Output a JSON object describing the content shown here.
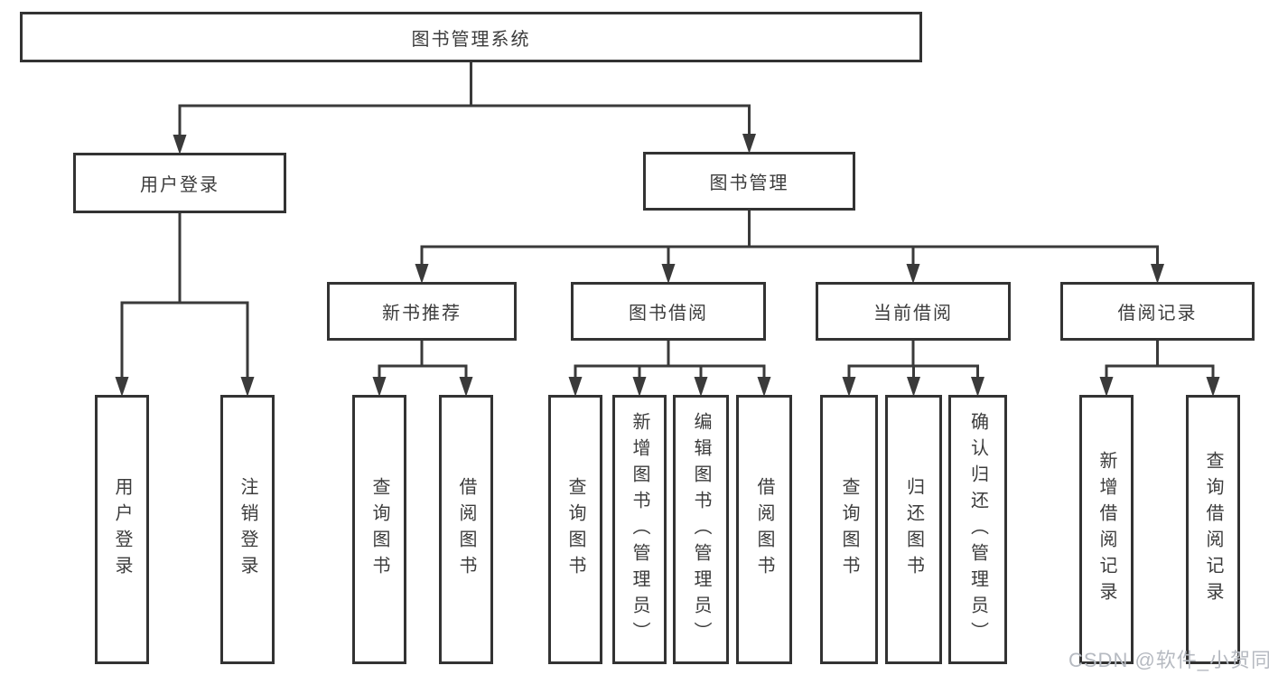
{
  "diagram_title": "图书管理系统",
  "tree": {
    "root": {
      "label": "图书管理系统",
      "children": [
        {
          "label": "用户登录",
          "children": [
            {
              "label": "用户登录"
            },
            {
              "label": "注销登录"
            }
          ]
        },
        {
          "label": "图书管理",
          "children": [
            {
              "label": "新书推荐",
              "children": [
                {
                  "label": "查询图书"
                },
                {
                  "label": "借阅图书"
                }
              ]
            },
            {
              "label": "图书借阅",
              "children": [
                {
                  "label": "查询图书"
                },
                {
                  "label": "新增图书（管理员）"
                },
                {
                  "label": "编辑图书（管理员）"
                },
                {
                  "label": "借阅图书"
                }
              ]
            },
            {
              "label": "当前借阅",
              "children": [
                {
                  "label": "查询图书"
                },
                {
                  "label": "归还图书"
                },
                {
                  "label": "确认归还（管理员）"
                }
              ]
            },
            {
              "label": "借阅记录",
              "children": [
                {
                  "label": "新增借阅记录"
                },
                {
                  "label": "查询借阅记录"
                }
              ]
            }
          ]
        }
      ]
    }
  },
  "watermark": "CSDN @软件_小贺同学",
  "colors": {
    "line": "#3a3a3a",
    "box_border": "#333333",
    "text": "#3c3c3c",
    "watermark": "#b6bac1",
    "background": "#ffffff"
  }
}
